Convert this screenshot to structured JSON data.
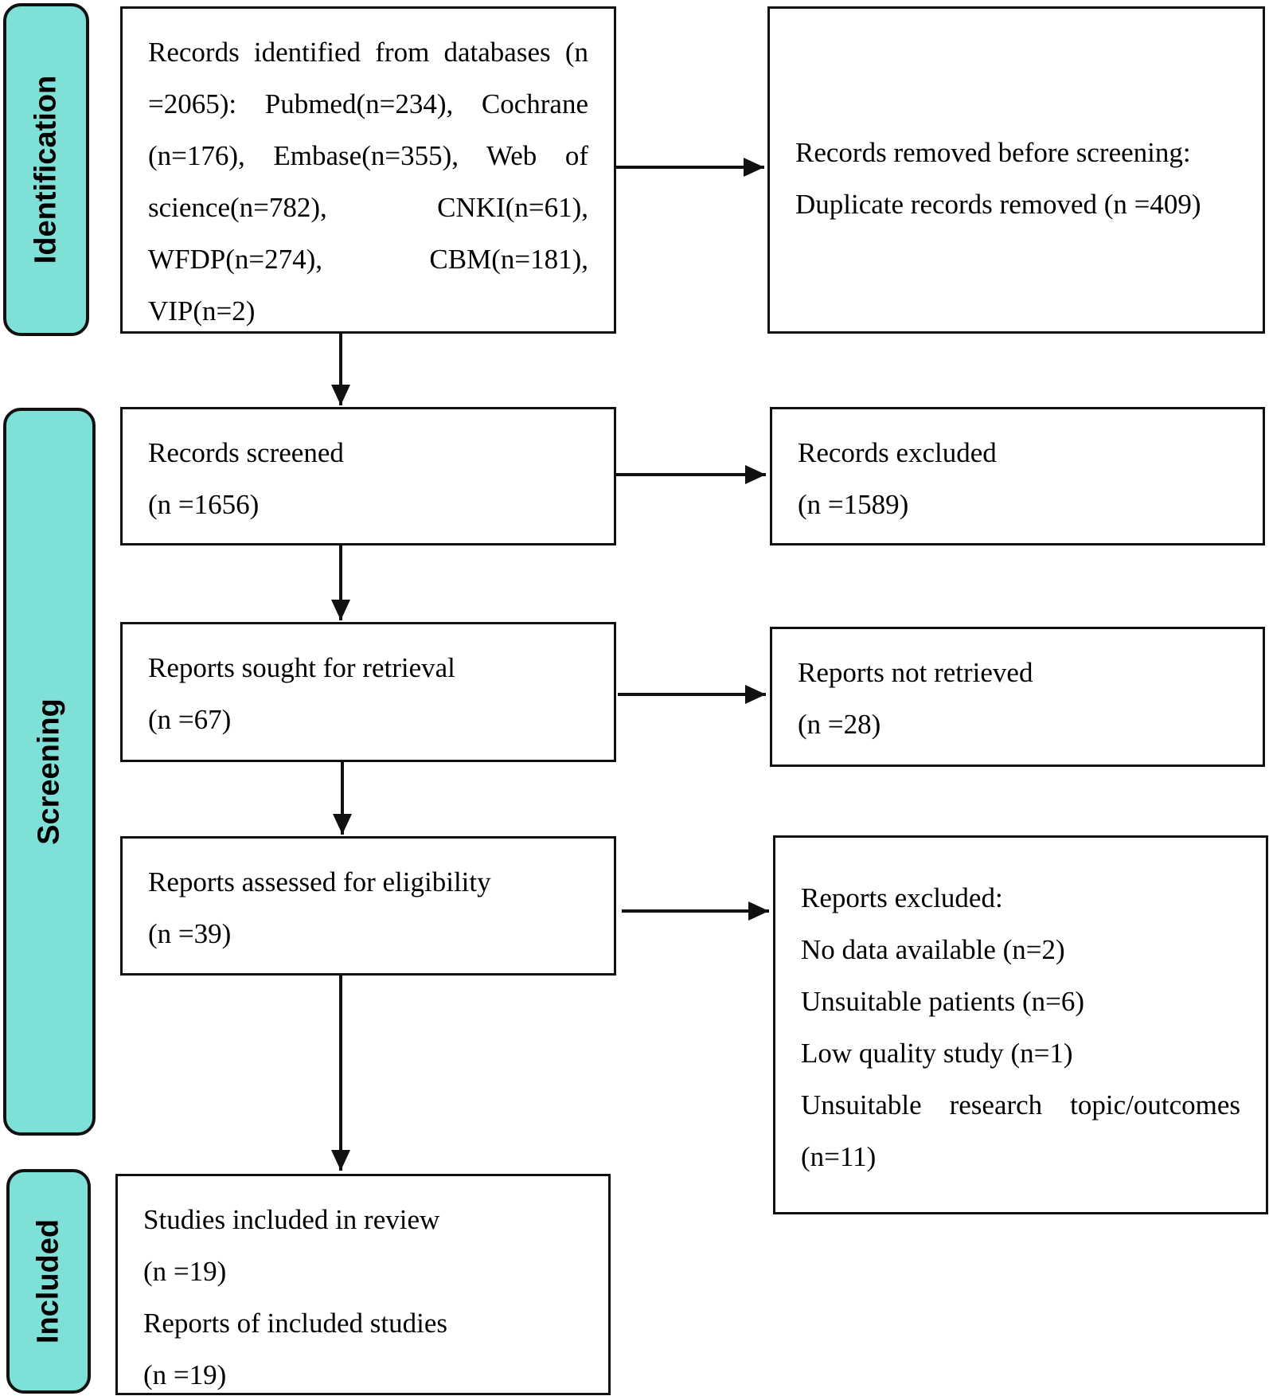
{
  "phases": {
    "identification": "Identification",
    "screening": "Screening",
    "included": "Included"
  },
  "identification": {
    "identified": {
      "lines": [
        "Records identified from databases (n",
        "=2065): Pubmed(n=234), Cochrane",
        "(n=176), Embase(n=355), Web of",
        "science(n=782), CNKI(n=61),",
        "WFDP(n=274), CBM(n=181),",
        "VIP(n=2)"
      ]
    },
    "removed": {
      "title": "Records removed before screening:",
      "detail": "Duplicate records removed (n =409)"
    }
  },
  "screening": {
    "screened": {
      "label": "Records screened",
      "count": "(n =1656)"
    },
    "excluded": {
      "label": "Records excluded",
      "count": "(n =1589)"
    },
    "sought": {
      "label": "Reports sought for retrieval",
      "count": "(n =67)"
    },
    "not_retrieved": {
      "label": "Reports not retrieved",
      "count": "(n =28)"
    },
    "assessed": {
      "label": "Reports assessed for eligibility",
      "count": "(n =39)"
    },
    "reports_excluded": {
      "title": "Reports excluded:",
      "reasons": [
        "No data available (n=2)",
        "Unsuitable patients (n=6)",
        "Low quality study (n=1)",
        "Unsuitable research topic/outcomes",
        "(n=11)"
      ]
    }
  },
  "included": {
    "studies_label": "Studies included in review",
    "studies_count": "(n =19)",
    "reports_label": "Reports of included studies",
    "reports_count": "(n =19)"
  }
}
